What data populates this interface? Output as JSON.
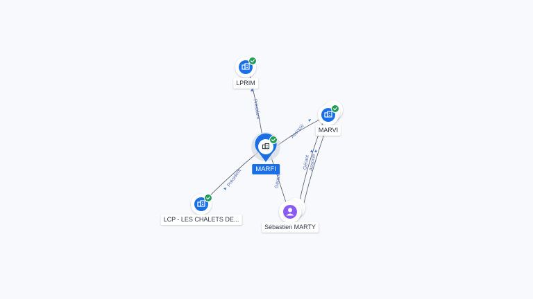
{
  "nodes": {
    "marfi": {
      "label": "MARFI",
      "icon": "company-icon",
      "verified": true
    },
    "lprim": {
      "label": "LPRIM",
      "icon": "company-icon",
      "verified": true
    },
    "marvi": {
      "label": "MARVI",
      "icon": "company-icon",
      "verified": true
    },
    "lcp": {
      "label": "LCP - LES CHALETS DE...",
      "icon": "company-icon",
      "verified": true
    },
    "marty": {
      "label": "Sébastien MARTY",
      "icon": "person-icon",
      "verified": false
    }
  },
  "edges": {
    "marfi_lprim": "Président",
    "marfi_marvi": "Associé",
    "marfi_lcp": "Président",
    "marfi_marty": "Gérant",
    "marty_marvi_1": "Gérant",
    "marty_marvi_2": "Associé"
  },
  "colors": {
    "company": "#1a6fe6",
    "person": "#8a5cf5",
    "verified": "#1f9d55",
    "edge": "#5c6370",
    "edge_label": "#5a6fb8"
  }
}
